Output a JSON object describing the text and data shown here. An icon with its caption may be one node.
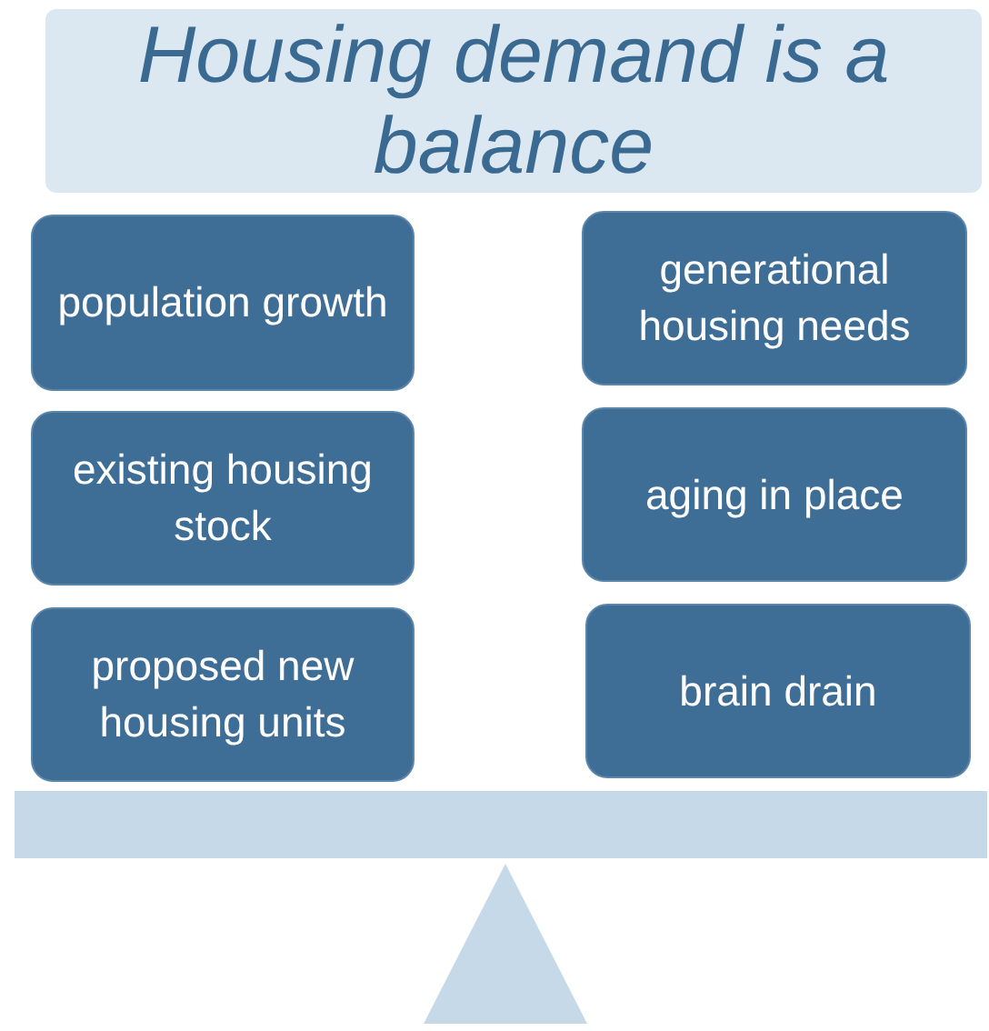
{
  "diagram": {
    "nodes": [
      {
        "text": [
          "Housing demand is a balance"
        ]
      },
      {
        "text": [
          "population growth"
        ]
      },
      {
        "text": [
          "generational housing needs"
        ]
      },
      {
        "text": [
          "existing housing stock"
        ]
      },
      {
        "text": [
          "aging in place"
        ]
      },
      {
        "text": [
          "proposed new housing units"
        ]
      },
      {
        "text": [
          "brain drain"
        ]
      }
    ]
  }
}
